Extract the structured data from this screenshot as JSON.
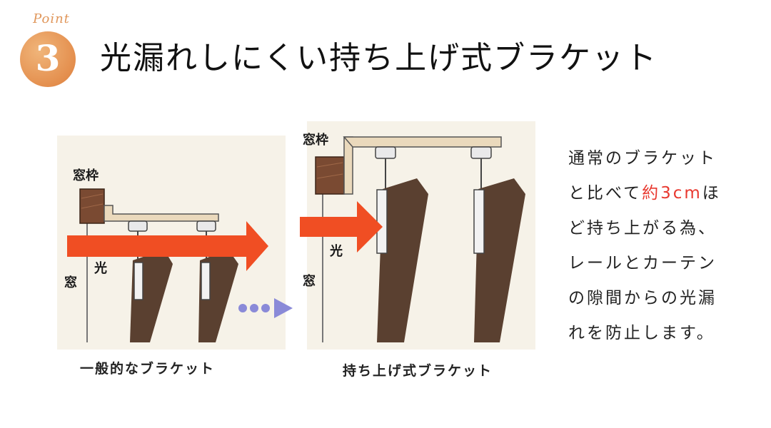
{
  "badge": {
    "word": "Point",
    "number": "3"
  },
  "title": "光漏れしにくい持ち上げ式ブラケット",
  "left_diagram": {
    "frame_label": "窓枠",
    "light_label": "光",
    "window_label": "窓",
    "caption": "一般的なブラケット"
  },
  "right_diagram": {
    "frame_label": "窓枠",
    "light_label": "光",
    "window_label": "窓",
    "caption": "持ち上げ式ブラケット"
  },
  "description": {
    "line1": "通常のブラケット",
    "line2_a": "と比べて",
    "line2_red": "約3cm",
    "line2_b": "ほ",
    "line3": "ど持ち上がる為、",
    "line4": "レールとカーテン",
    "line5": "の隙間からの光漏",
    "line6": "れを防止します。"
  },
  "colors": {
    "accent_red": "#e8382f",
    "arrow": "#f04e23",
    "badge": "#e48f4e",
    "curtain": "#5a4030",
    "bracket": "#ead9bc",
    "dots": "#8a8ad8"
  }
}
